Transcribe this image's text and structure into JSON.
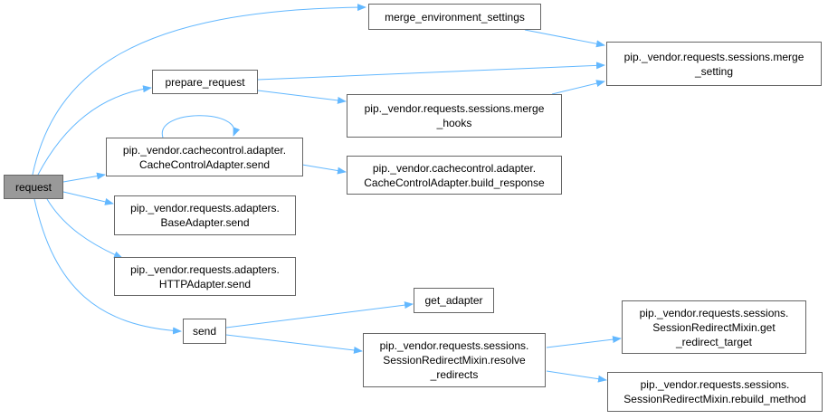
{
  "graph": {
    "edge_color": "#63b8ff",
    "root_fill": "#999999",
    "node_border": "#666666",
    "nodes": {
      "request": {
        "lines": [
          "request"
        ]
      },
      "merge_environment_settings": {
        "lines": [
          "merge_environment_settings"
        ]
      },
      "merge_setting": {
        "lines": [
          "pip._vendor.requests.sessions.merge",
          "_setting"
        ]
      },
      "prepare_request": {
        "lines": [
          "prepare_request"
        ]
      },
      "merge_hooks": {
        "lines": [
          "pip._vendor.requests.sessions.merge",
          "_hooks"
        ]
      },
      "cc_send": {
        "lines": [
          "pip._vendor.cachecontrol.adapter.",
          "CacheControlAdapter.send"
        ]
      },
      "build_response": {
        "lines": [
          "pip._vendor.cachecontrol.adapter.",
          "CacheControlAdapter.build_response"
        ]
      },
      "base_send": {
        "lines": [
          "pip._vendor.requests.adapters.",
          "BaseAdapter.send"
        ]
      },
      "http_send": {
        "lines": [
          "pip._vendor.requests.adapters.",
          "HTTPAdapter.send"
        ]
      },
      "send": {
        "lines": [
          "send"
        ]
      },
      "get_adapter": {
        "lines": [
          "get_adapter"
        ]
      },
      "resolve_redirects": {
        "lines": [
          "pip._vendor.requests.sessions.",
          "SessionRedirectMixin.resolve",
          "_redirects"
        ]
      },
      "get_redirect_target": {
        "lines": [
          "pip._vendor.requests.sessions.",
          "SessionRedirectMixin.get",
          "_redirect_target"
        ]
      },
      "rebuild_method": {
        "lines": [
          "pip._vendor.requests.sessions.",
          "SessionRedirectMixin.rebuild_method"
        ]
      }
    }
  }
}
